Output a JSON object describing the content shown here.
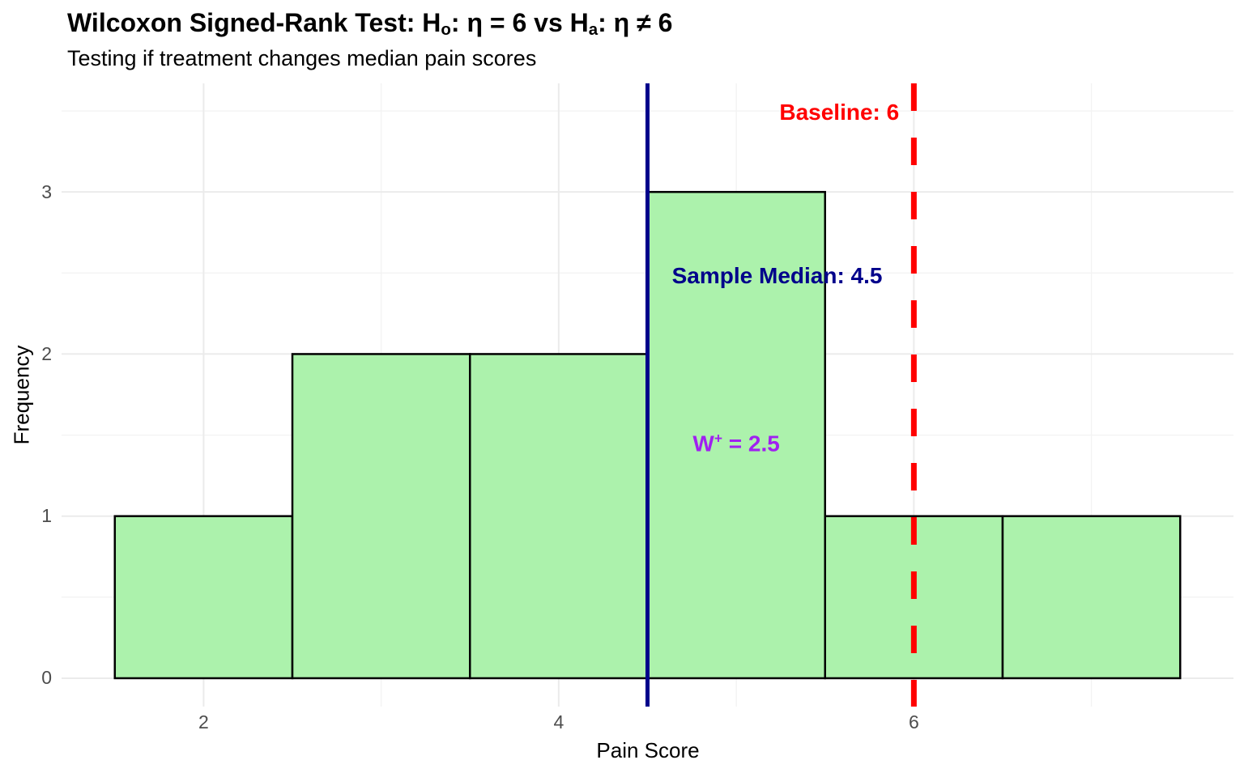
{
  "header": {
    "title_prefix": "Wilcoxon Signed-Rank Test: H",
    "title_sub_null": "o",
    "title_mid": ": η = 6 vs H",
    "title_sub_alt": "a",
    "title_suffix": ": η ≠ 6",
    "subtitle": "Testing if treatment changes median pain scores"
  },
  "chart_data": {
    "type": "bar",
    "subtype": "histogram",
    "title": "Wilcoxon Signed-Rank Test: Hₒ: η = 6 vs Hₐ: η ≠ 6",
    "subtitle": "Testing if treatment changes median pain scores",
    "xlabel": "Pain Score",
    "ylabel": "Frequency",
    "bin_edges": [
      1.5,
      2.5,
      3.5,
      4.5,
      5.5,
      6.5,
      7.5
    ],
    "counts": [
      1,
      2,
      2,
      3,
      1,
      1
    ],
    "bin_width": 1,
    "x_ticks": [
      2,
      4,
      6
    ],
    "y_ticks": [
      0,
      1,
      2,
      3
    ],
    "x_minor_gridlines": [
      3,
      5,
      7
    ],
    "y_minor_gridlines": [
      0.5,
      1.5,
      2.5,
      3.5
    ],
    "xlim": [
      1.2,
      7.8
    ],
    "ylim": [
      -0.175,
      3.67
    ],
    "grid": "major+minor",
    "legend": false,
    "colors": {
      "bar_fill": "#ACF2AC",
      "bar_stroke": "#000000",
      "grid_major": "#EBEBEB",
      "grid_minor": "#F3F3F3",
      "tick_label": "#4D4D4D",
      "median_line": "#00008B",
      "baseline_line": "#FF0000",
      "statistic_text": "#A020F0"
    },
    "reference_lines": [
      {
        "x": 4.5,
        "style": "solid",
        "width": 5,
        "color": "#00008B",
        "label": "Sample Median: 4.5",
        "label_x": 5.23,
        "label_y": 2.48
      },
      {
        "x": 6,
        "style": "dashed",
        "width": 7,
        "color": "#FF0000",
        "label": "Baseline: 6",
        "label_x": 5.58,
        "label_y": 3.49
      }
    ],
    "statistic_annotation": {
      "base": "W",
      "sup": "+",
      "rest": " = 2.5",
      "color": "#A020F0",
      "x": 5.0,
      "y": 1.45
    }
  }
}
